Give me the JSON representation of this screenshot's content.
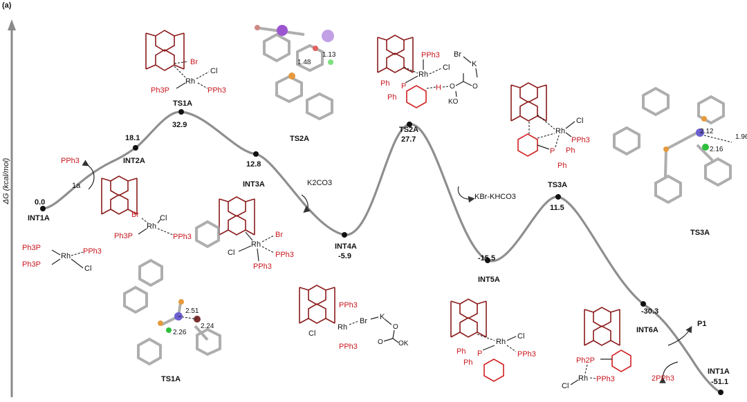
{
  "panel_label": "(a)",
  "y_axis_label": "ΔG (kcal/mol)",
  "colors": {
    "curve": "#8e8e8e",
    "point": "#111111",
    "ligand_red": "#c8161d",
    "ring_dark_red": "#8b1a1a",
    "axis": "#8a8a8a"
  },
  "points": [
    {
      "id": "INT1A",
      "name": "INT1A",
      "energy": "0.0"
    },
    {
      "id": "INT2A",
      "name": "INT2A",
      "energy": "18.1"
    },
    {
      "id": "TS1A",
      "name": "TS1A",
      "energy": "32.9"
    },
    {
      "id": "INT3A",
      "name": "INT3A",
      "energy": "12.8"
    },
    {
      "id": "INT4A",
      "name": "INT4A",
      "energy": "-5.9"
    },
    {
      "id": "TS2A",
      "name": "TS2A",
      "energy": "27.7"
    },
    {
      "id": "INT5A",
      "name": "INT5A",
      "energy": "-15.5"
    },
    {
      "id": "TS3A",
      "name": "TS3A",
      "energy": "11.5"
    },
    {
      "id": "INT6A",
      "name": "INT6A",
      "energy": "-30.3"
    },
    {
      "id": "INT1A_end",
      "name": "INT1A",
      "energy": "-51.1"
    }
  ],
  "reagents": {
    "pph3_in": "PPh3",
    "a1": "1a",
    "k2co3": "K2CO3",
    "kbr_khco3": "KBr-KHCO3",
    "p1": "P1",
    "pph3_2": "2PPh3"
  },
  "structure_captions": {
    "ts1a_3d": "TS1A",
    "ts2a_3d": "TS2A",
    "ts3a_3d": "TS3A"
  },
  "distances": {
    "ts1a": [
      "2.51",
      "2.26",
      "2.24"
    ],
    "ts2a": [
      "1.48",
      "1.13"
    ],
    "ts3a": [
      "2.12",
      "1.96",
      "2.16"
    ]
  },
  "chem_labels": {
    "ph3p": "Ph3P",
    "pph3": "PPh3",
    "rh": "Rh",
    "cl": "Cl",
    "br": "Br",
    "k": "K",
    "ko": "KO",
    "o": "O",
    "ok": "OK",
    "h": "H",
    "ph": "Ph",
    "p": "P",
    "ph2p": "Ph2P"
  }
}
